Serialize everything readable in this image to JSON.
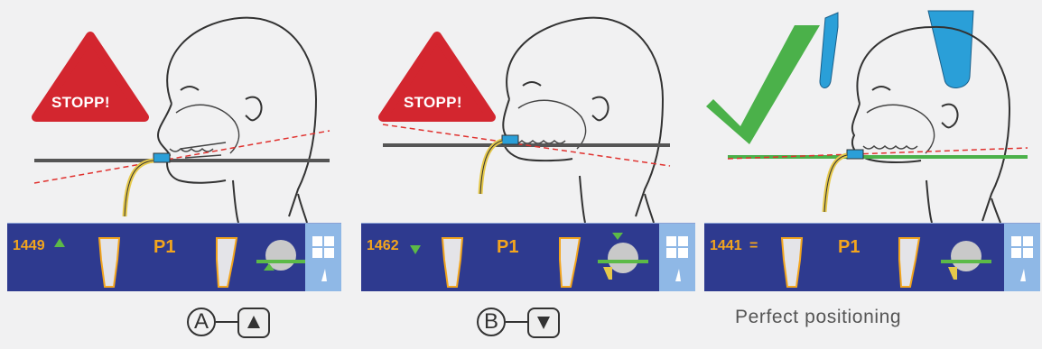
{
  "panels": [
    {
      "warning": "STOPP!",
      "reading": "1449",
      "program": "P1",
      "legend_letter": "A",
      "button_icon": "arrow-up-icon"
    },
    {
      "warning": "STOPP!",
      "reading": "1462",
      "program": "P1",
      "legend_letter": "B",
      "button_icon": "arrow-down-icon"
    },
    {
      "reading": "1441",
      "reading_symbol": "=",
      "program": "P1",
      "caption": "Perfect positioning"
    }
  ],
  "colors": {
    "stop_sign": "#d3262f",
    "panel_bar": "#2e3a8f",
    "indicator_green": "#5cba47",
    "check_green": "#4bb14a",
    "head_support_blue": "#2a9fd8",
    "value_orange": "#f3a51d",
    "guide_line_red": "#e0322f"
  }
}
